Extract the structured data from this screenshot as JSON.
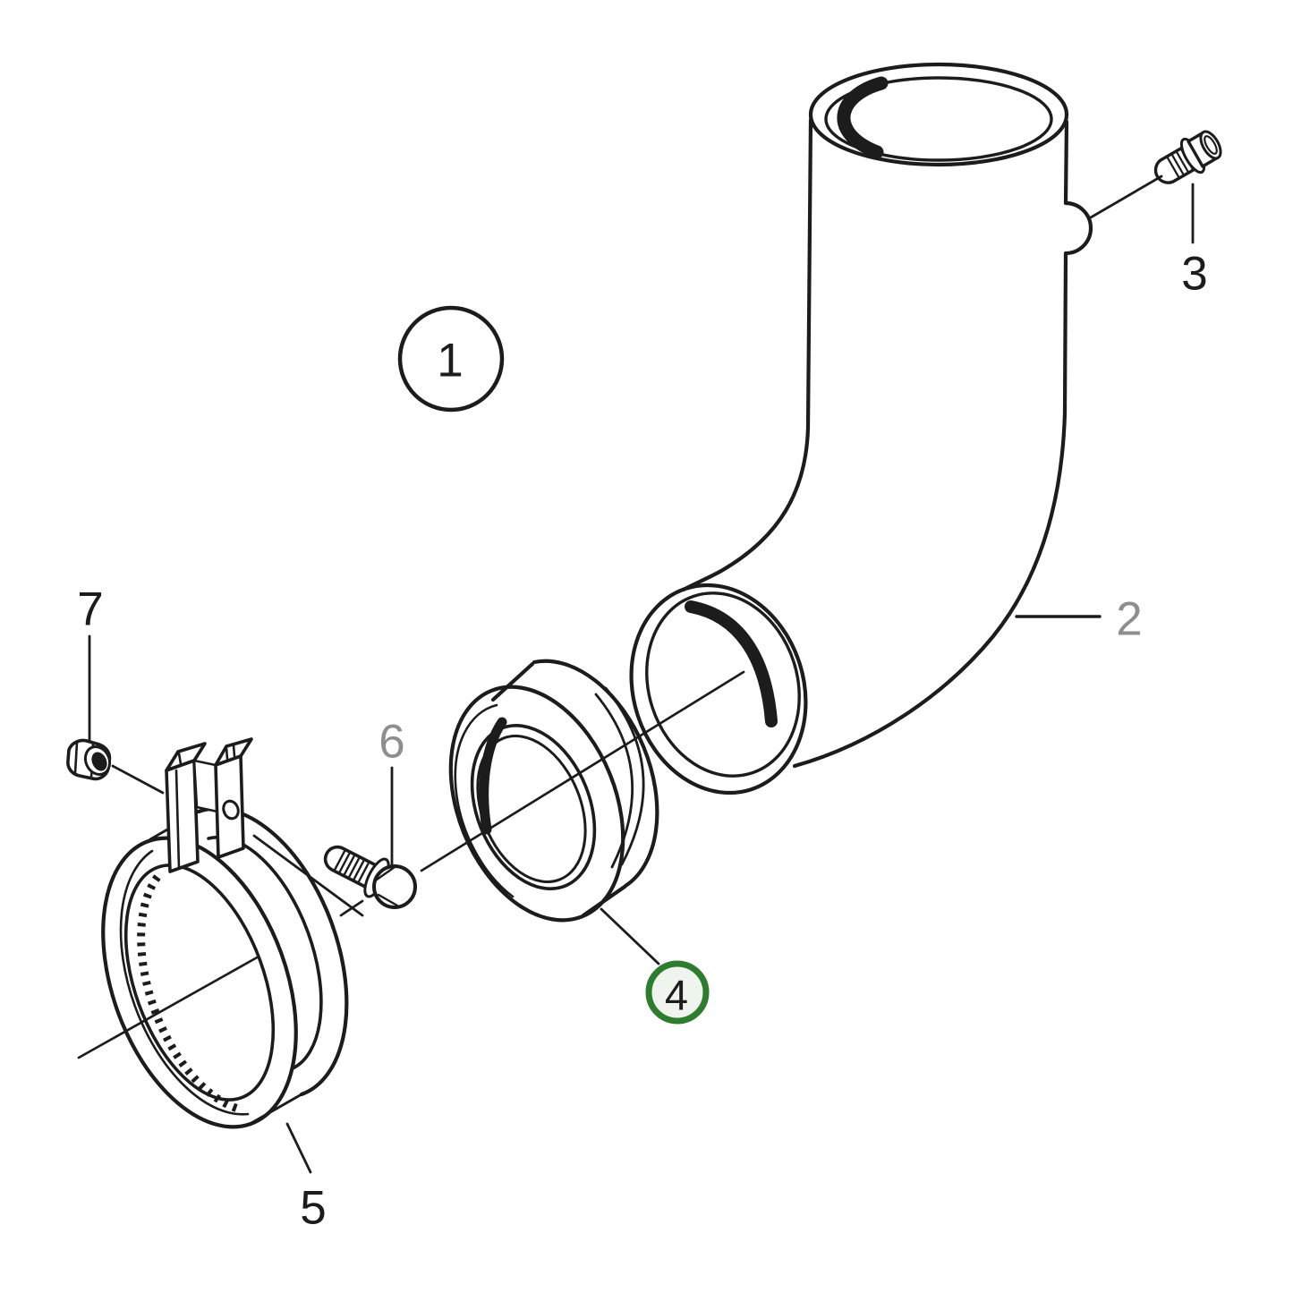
{
  "diagram": {
    "type": "exploded-parts-diagram",
    "subject": "exhaust-elbow-assembly",
    "background": "#ffffff"
  },
  "colors": {
    "line": "#1c1c1c",
    "gray_label": "#8c8e90",
    "highlight_ring": "#2e7d2e",
    "highlight_fill": "#f0f4ee",
    "label": "#1c1c1c"
  },
  "callouts": {
    "c1": {
      "label": "1",
      "style": "circled-black"
    },
    "c2": {
      "label": "2",
      "style": "gray"
    },
    "c3": {
      "label": "3",
      "style": "black"
    },
    "c4": {
      "label": "4",
      "style": "highlighted-green-circle"
    },
    "c5": {
      "label": "5",
      "style": "black"
    },
    "c6": {
      "label": "6",
      "style": "gray"
    },
    "c7": {
      "label": "7",
      "style": "black"
    }
  },
  "highlighted_callout": "4"
}
